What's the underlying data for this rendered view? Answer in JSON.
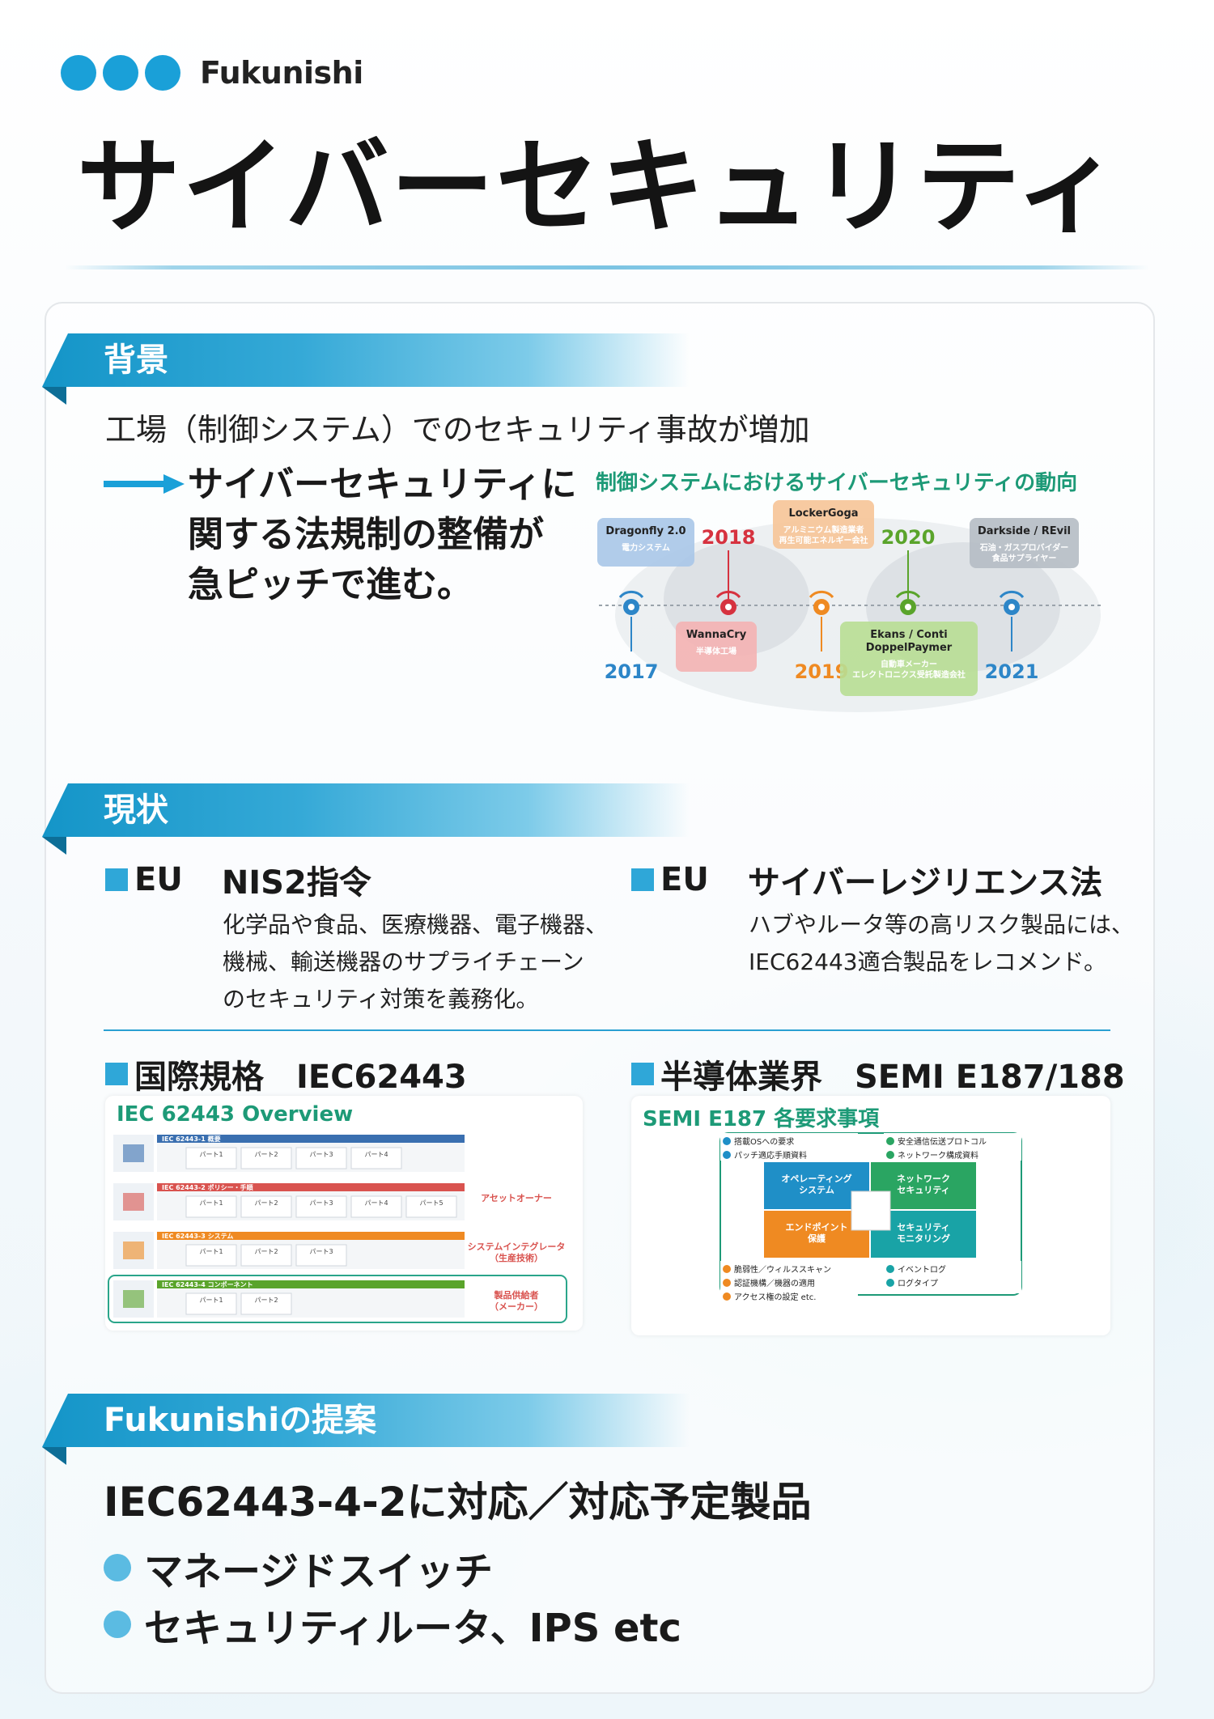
{
  "brand": {
    "name": "Fukunishi"
  },
  "title": "サイバーセキュリティ",
  "sections": {
    "background": {
      "label": "背景",
      "intro": "工場（制御システム）でのセキュリティ事故が増加",
      "highlight": [
        "サイバーセキュリティに",
        "関する法規制の整備が",
        "急ピッチで進む。"
      ]
    },
    "current": {
      "label": "現状"
    },
    "proposal": {
      "label": "Fukunishiの提案"
    }
  },
  "timeline": {
    "title": "制御システムにおけるサイバーセキュリティの動向",
    "events": [
      {
        "year": "2017",
        "title": "Dragonfly 2.0",
        "desc": "電力システム",
        "color": "#2d86c8"
      },
      {
        "year": "2018",
        "title": "WannaCry",
        "desc": "半導体工場",
        "color": "#d6323f"
      },
      {
        "year": "2019",
        "title": "LockerGoga",
        "desc": "アルミニウム製造業者\n再生可能エネルギー会社",
        "color": "#ef8a22"
      },
      {
        "year": "2020",
        "title": "Ekans / Conti\nDoppelPaymer",
        "desc": "自動車メーカー\nエレクトロニクス受託製造会社",
        "color": "#5aa42b"
      },
      {
        "year": "2021",
        "title": "Darkside / REvil",
        "desc": "石油・ガスプロバイダー\n食品サプライヤー",
        "color": "#2d86c8"
      }
    ]
  },
  "eu_nis2": {
    "region": "EU",
    "name": "NIS2指令",
    "lines": [
      "化学品や食品、医療機器、電子機器、",
      "機械、輸送機器のサプライチェーン",
      "のセキュリティ対策を義務化。"
    ]
  },
  "eu_cra": {
    "region": "EU",
    "name": "サイバーレジリエンス法",
    "lines": [
      "ハブやルータ等の高リスク製品には、",
      "IEC62443適合製品をレコメンド。"
    ]
  },
  "iec": {
    "heading": "国際規格　IEC62443",
    "figure_title": "IEC 62443 Overview",
    "rows": [
      {
        "code": "IEC 62443-1",
        "name": "概要",
        "role": "",
        "color": "#3a6fb0",
        "parts": [
          "パート1",
          "パート2",
          "パート3",
          "パート4"
        ]
      },
      {
        "code": "IEC 62443-2",
        "name": "ポリシー・手順",
        "role": "アセットオーナー",
        "color": "#d9534f",
        "parts": [
          "パート1",
          "パート2",
          "パート3",
          "パート4",
          "パート5"
        ]
      },
      {
        "code": "IEC 62443-3",
        "name": "システム",
        "role": "システムインテグレータ\n（生産技術）",
        "color": "#ef8a22",
        "parts": [
          "パート1",
          "パート2",
          "パート3"
        ]
      },
      {
        "code": "IEC 62443-4",
        "name": "コンポーネント",
        "role": "製品供給者\n（メーカー）",
        "color": "#5aa42b",
        "parts": [
          "パート1",
          "パート2"
        ]
      }
    ]
  },
  "semi": {
    "heading": "半導体業界　SEMI E187/188",
    "figure_title": "SEMI E187 各要求事項",
    "quadrants": [
      "オペレーティング\nシステム",
      "ネットワーク\nセキュリティ",
      "エンドポイント\n保護",
      "セキュリティ\nモニタリング"
    ],
    "tl_items": [
      "搭載OSへの要求",
      "パッチ適応手順資料"
    ],
    "tr_items": [
      "安全通信伝送プロトコル",
      "ネットワーク構成資料"
    ],
    "bl_items": [
      "脆弱性／ウィルススキャン",
      "認証機構／機器の適用",
      "アクセス権の設定 etc."
    ],
    "br_items": [
      "イベントログ",
      "ログタイプ"
    ]
  },
  "proposal": {
    "headline": "IEC62443-4-2に対応／対応予定製品",
    "items": [
      "マネージドスイッチ",
      "セキュリティルータ、IPS etc"
    ]
  }
}
